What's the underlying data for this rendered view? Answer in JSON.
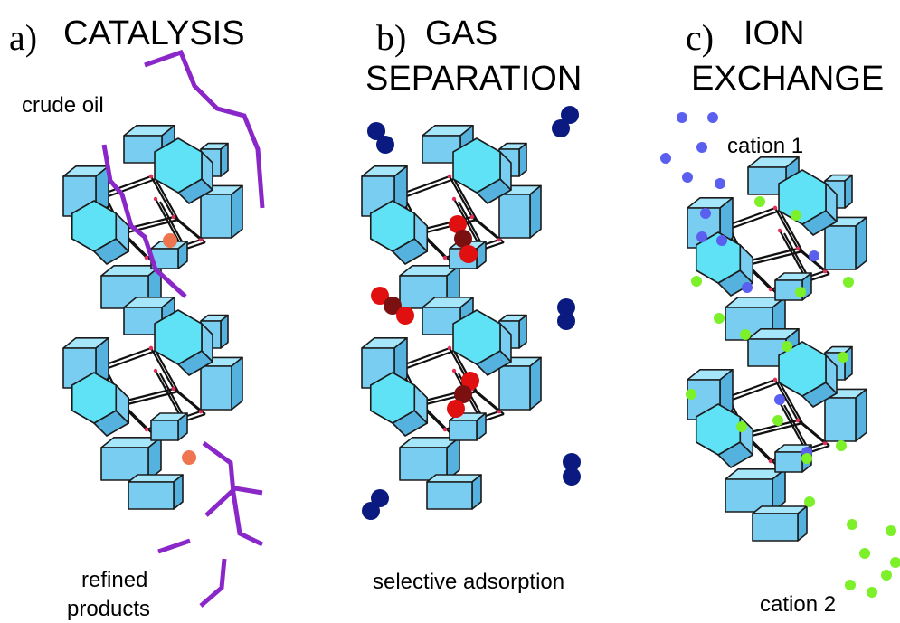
{
  "colors": {
    "face_front": "#79cdf0",
    "face_top": "#a6e6fb",
    "face_side": "#55b2de",
    "hex_face": "#5fe1f6",
    "crude_oil": "#8a27c8",
    "catalyst_site": "#ef7550",
    "gas_blue": "#0a1a80",
    "gas_red": "#e01010",
    "gas_dark": "#7a1010",
    "cation_1": "#5a5ff0",
    "cation_2": "#7cf028",
    "junction": "#e0305a"
  },
  "panels": [
    {
      "letter": "a)",
      "title": [
        "CATALYSIS"
      ],
      "captions": [
        "crude oil",
        "refined",
        "products"
      ]
    },
    {
      "letter": "b)",
      "title": [
        "GAS",
        "SEPARATION"
      ],
      "captions": [
        "selective adsorption"
      ]
    },
    {
      "letter": "c)",
      "title": [
        "ION",
        "EXCHANGE"
      ],
      "captions": [
        "cation 1",
        "cation 2"
      ]
    }
  ]
}
